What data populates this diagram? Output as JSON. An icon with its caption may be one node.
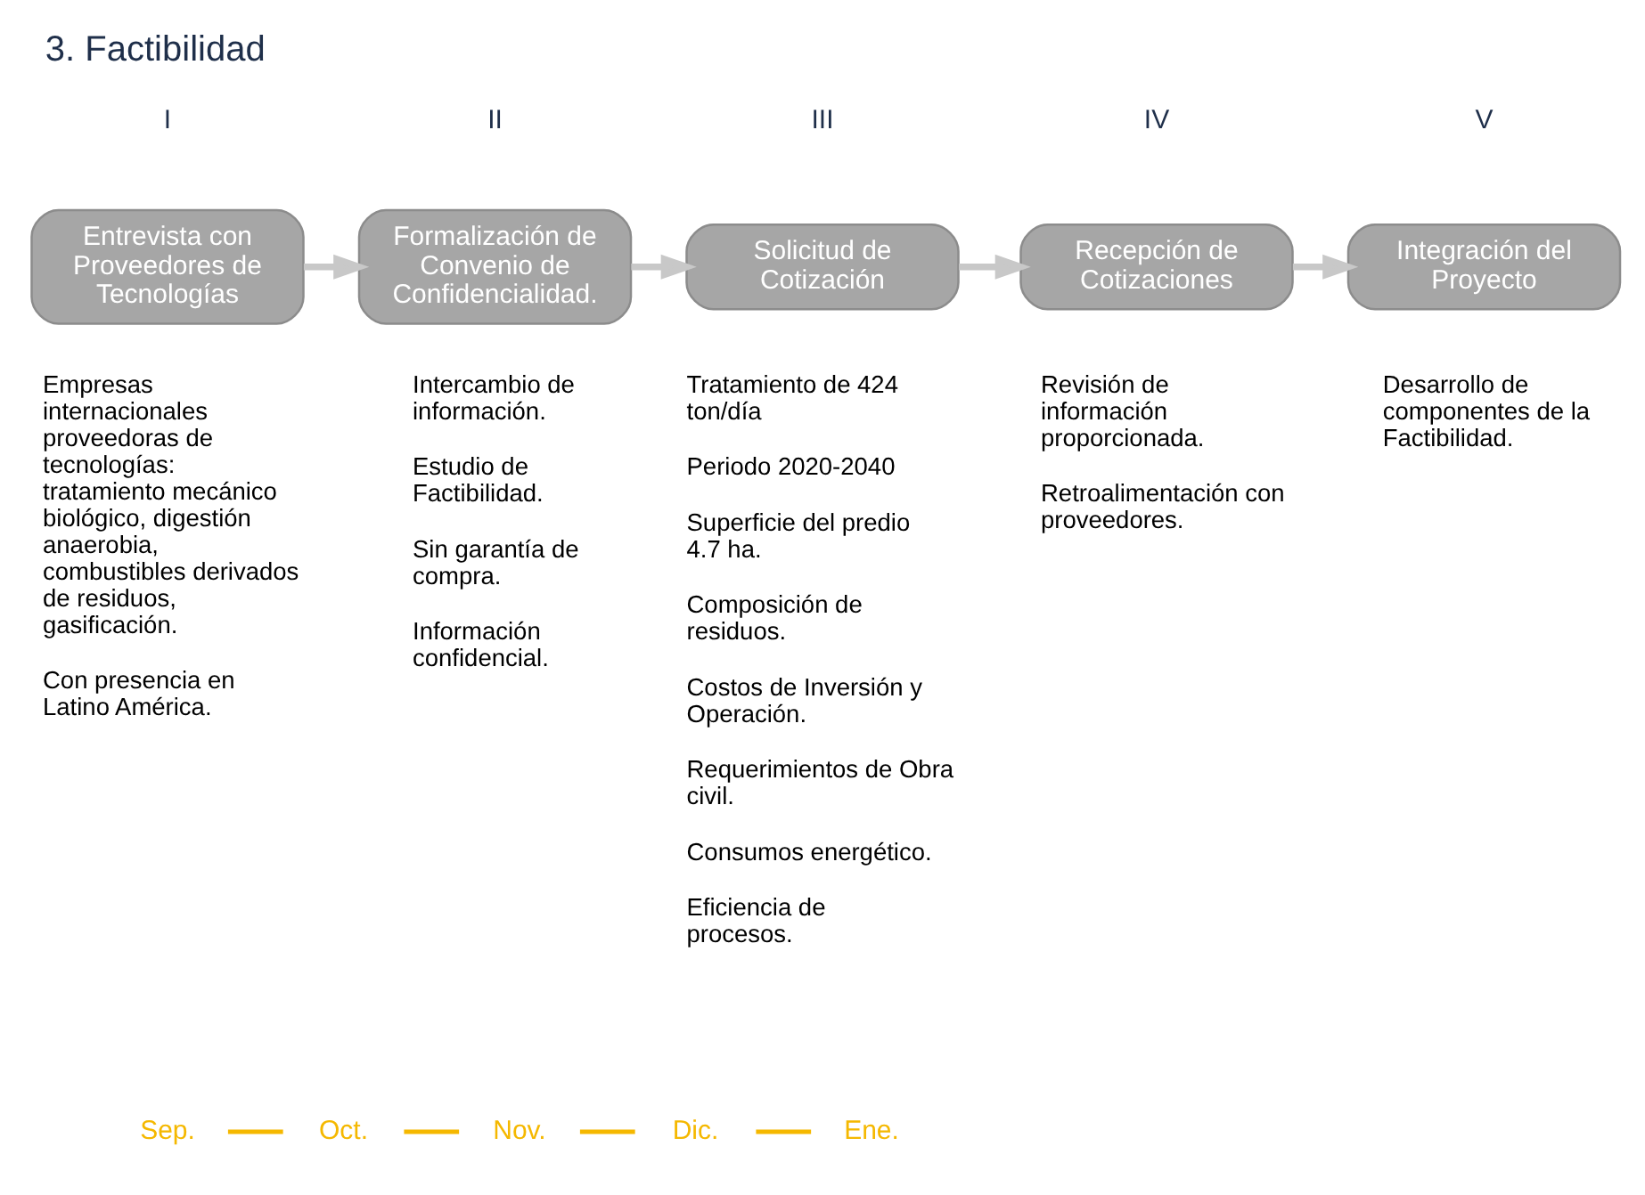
{
  "diagram": {
    "title": "3. Factibilidad",
    "nodes": [
      {
        "text": [
          "I",
          "Entrevista con Proveedores de Tecnologías"
        ],
        "beside": [
          "Empresas internacionales proveedoras de tecnologías: tratamiento mecánico biológico, digestión anaerobia, combustibles derivados de residuos, gasificación.",
          "Con presencia en Latino América."
        ]
      },
      {
        "text": [
          "II",
          "Formalización de Convenio de Confidencialidad."
        ],
        "beside": [
          "Intercambio de información.",
          "Estudio de Factibilidad.",
          "Sin garantía de compra.",
          "Información confidencial."
        ]
      },
      {
        "text": [
          "III",
          "Solicitud de Cotización"
        ],
        "beside": [
          "Tratamiento de 424 ton/día",
          "Periodo 2020-2040",
          "Superficie del predio 4.7 ha.",
          "Composición de residuos.",
          "Costos de Inversión y Operación.",
          "Requerimientos de Obra civil.",
          "Consumos energético.",
          "Eficiencia de procesos."
        ]
      },
      {
        "text": [
          "IV",
          "Recepción de Cotizaciones"
        ],
        "beside": [
          "Revisión de información proporcionada.",
          "Retroalimentación con proveedores."
        ]
      },
      {
        "text": [
          "V",
          "Integración del Proyecto"
        ],
        "beside": [
          "Desarrollo de componentes de la Factibilidad."
        ]
      }
    ],
    "edges": [
      {
        "from": 0,
        "to": 1,
        "arrow": "to"
      },
      {
        "from": 1,
        "to": 2,
        "arrow": "to"
      },
      {
        "from": 2,
        "to": 3,
        "arrow": "to"
      },
      {
        "from": 3,
        "to": 4,
        "arrow": "to"
      }
    ],
    "labels": [
      "Sep.",
      "Oct.",
      "Nov.",
      "Dic.",
      "Ene."
    ]
  }
}
